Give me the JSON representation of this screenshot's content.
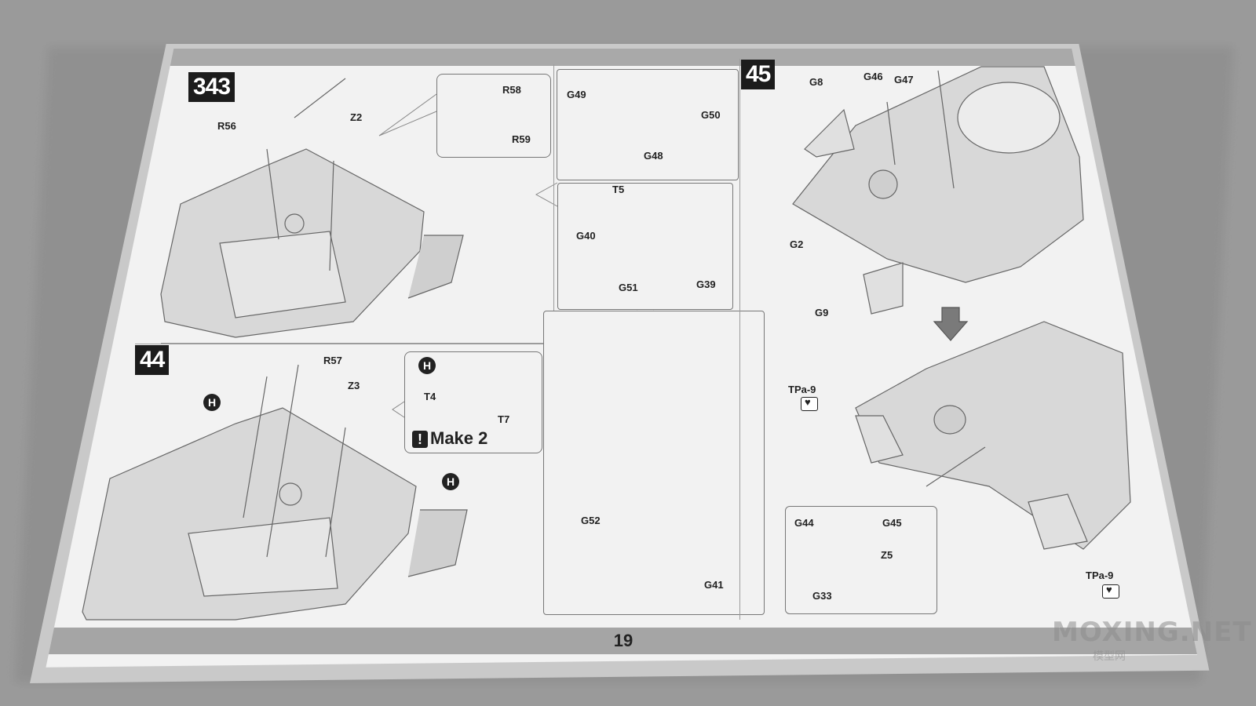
{
  "page": {
    "number": "19"
  },
  "steps": {
    "s43": {
      "badge": "343",
      "callout_labels": [
        "R58",
        "R59"
      ],
      "labels": [
        "R56",
        "Z2"
      ]
    },
    "s44": {
      "badge": "44",
      "labels": [
        "R57",
        "Z3"
      ],
      "h_marker": "H",
      "callout": {
        "labels": [
          "T4",
          "T7"
        ],
        "h_marker": "H",
        "make_note": "Make 2",
        "bang": "!"
      }
    },
    "sub_column": {
      "labels_top": [
        "G49",
        "G50",
        "G48"
      ],
      "labels_mid": [
        "T5",
        "G40",
        "G51",
        "G39"
      ],
      "labels_bottom": [
        "G52",
        "G41"
      ]
    },
    "s45": {
      "badge": "45",
      "labels": [
        "G8",
        "G46",
        "G47",
        "G2",
        "G9"
      ],
      "labels_lower": [
        "TPa-9",
        "TPa-9"
      ],
      "callout_labels": [
        "G44",
        "G45",
        "Z5",
        "G33"
      ]
    }
  },
  "watermark": {
    "main": "MOXING.NET",
    "sub": "模型网"
  },
  "colors": {
    "page": "#f2f2f2",
    "band": "#a9a9a9",
    "ink": "#222222",
    "badge": "#1c1c1c"
  }
}
